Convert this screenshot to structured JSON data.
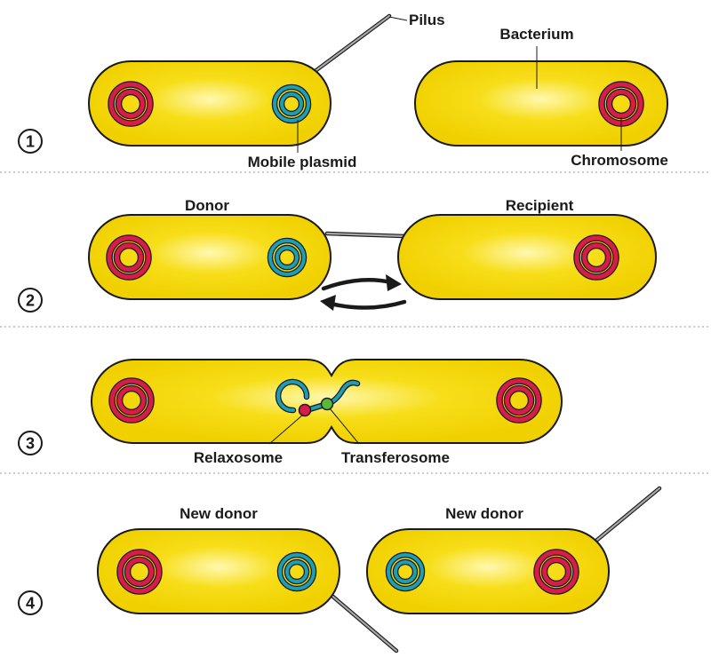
{
  "labels": {
    "pilus": "Pilus",
    "bacterium": "Bacterium",
    "mobile_plasmid": "Mobile plasmid",
    "chromosome": "Chromosome",
    "donor": "Donor",
    "recipient": "Recipient",
    "relaxosome": "Relaxosome",
    "transferosome": "Transferosome",
    "new_donor_left": "New donor",
    "new_donor_right": "New donor"
  },
  "steps": [
    "1",
    "2",
    "3",
    "4"
  ],
  "colors": {
    "cell_fill": "#f2d400",
    "cell_highlight": "#fff6a0",
    "chromosome": "#d81c4a",
    "plasmid": "#1b9fb8",
    "relaxosome": "#d81c4a",
    "transferosome": "#58b83a",
    "pilus": "#8a8a8a",
    "outline": "#1a1a1a"
  }
}
